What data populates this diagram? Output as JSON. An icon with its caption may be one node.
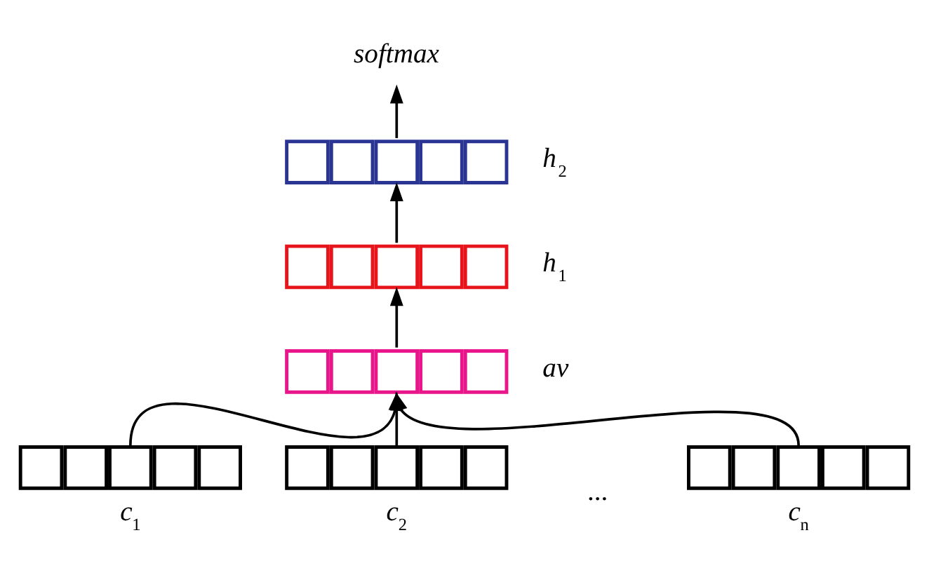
{
  "diagram": {
    "nodes": [
      {
        "text": [
          "softmax"
        ]
      },
      {
        "text": [],
        "shape": "box",
        "beside": [
          "h$_{2}$"
        ]
      },
      {
        "text": [],
        "shape": "box",
        "beside": [
          "h$_{1}$"
        ]
      },
      {
        "text": [],
        "shape": "box",
        "beside": [
          "av"
        ]
      },
      {
        "text": [],
        "shape": "box",
        "beside": [
          "c$_{1}$"
        ]
      },
      {
        "text": [],
        "shape": "box",
        "beside": [
          "c$_{2}$"
        ]
      },
      {
        "text": [],
        "shape": "box",
        "beside": [
          "c$_{n}$"
        ]
      }
    ],
    "edges": [
      {
        "from": 1,
        "to": 0,
        "arrow": "to"
      },
      {
        "from": 2,
        "to": 1,
        "arrow": "to"
      },
      {
        "from": 3,
        "to": 2,
        "arrow": "to"
      },
      {
        "from": 4,
        "to": 3,
        "arrow": "to"
      },
      {
        "from": 5,
        "to": 3,
        "arrow": "to"
      },
      {
        "from": 6,
        "to": 3,
        "arrow": "to"
      }
    ],
    "labels": [
      "..."
    ]
  }
}
